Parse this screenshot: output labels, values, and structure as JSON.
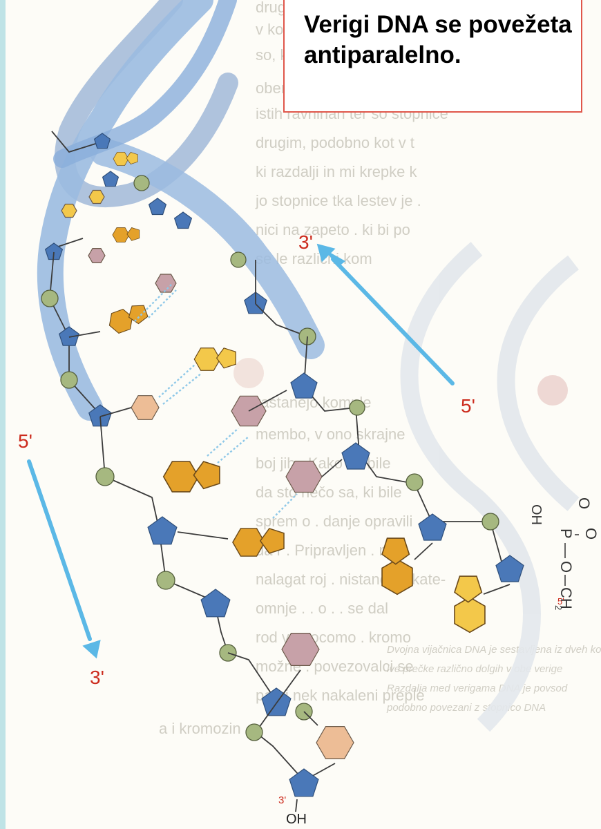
{
  "callout": {
    "text": "Verigi DNA se povežeta antiparalelno."
  },
  "labels": {
    "right_top": "3'",
    "right_bottom": "5'",
    "left_top": "5'",
    "left_bottom": "3'",
    "end_3": "3'",
    "end_oh": "OH",
    "phosphate_oh": "OH",
    "phosphate_o1": "O",
    "phosphate_o2": "O",
    "phosphate_p": "P",
    "phosphate_o3": "O",
    "phosphate_ch": "CH",
    "phosphate_sub2": "2",
    "phosphate_5": "5'"
  },
  "colors": {
    "arrow": "#5bb8e6",
    "label_red": "#cc2b1d",
    "callout_border": "#e0564a",
    "ribbon": "#9bbbe0",
    "pentagon_blue": "#4a78b8",
    "phosphate_green": "#a6b880",
    "base_orange": "#e4a12a",
    "base_yellow": "#f3c84a",
    "base_mauve": "#c7a1a8",
    "base_peach": "#edbd96",
    "h_bond": "#8ec8e8"
  },
  "background_text": [
    "drugo postavili v t",
    "v kompleksu anti",
    "so, kot smo že povi",
    "obema verigama pa kompl",
    "istih ravninah ter so stopnice",
    "drugim, podobno kot v t",
    "ki razdalji in mi krepke k",
    "jo stopnice tka lestev je .",
    "nici na zapeto . ki bi po",
    "se le različni kom",
    "rastanejo komple",
    "membo, v ono skrajne",
    "boj jih . Kako so bile",
    "da sto nečo sa, ki bile",
    "sprem o . danje opravili",
    "da r . Pripravljen . m",
    "nalagat roj . nistane li . kate-",
    "omnje . . o . . se dal",
    "rod vomocomo . kromo",
    "možne . povezovalci se",
    "pa oj nek nakaleni preple",
    "a i kromozin .",
    "Dvojna vijačnica DNA je sestavljena iz dveh komp",
    "lve prečke različno dolgih v obe verige",
    "Razdalja med verigama DNA je povsod",
    "podobno povezani z stopnico DNA"
  ]
}
